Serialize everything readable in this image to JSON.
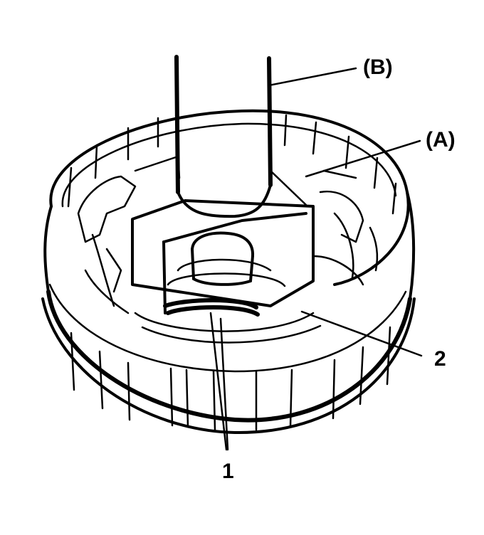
{
  "figure": {
    "callouts": {
      "B": "(B)",
      "A": "(A)",
      "part_1": "1",
      "part_2": "2"
    },
    "colors": {
      "ink": "#000000",
      "paper": "#ffffff"
    }
  }
}
